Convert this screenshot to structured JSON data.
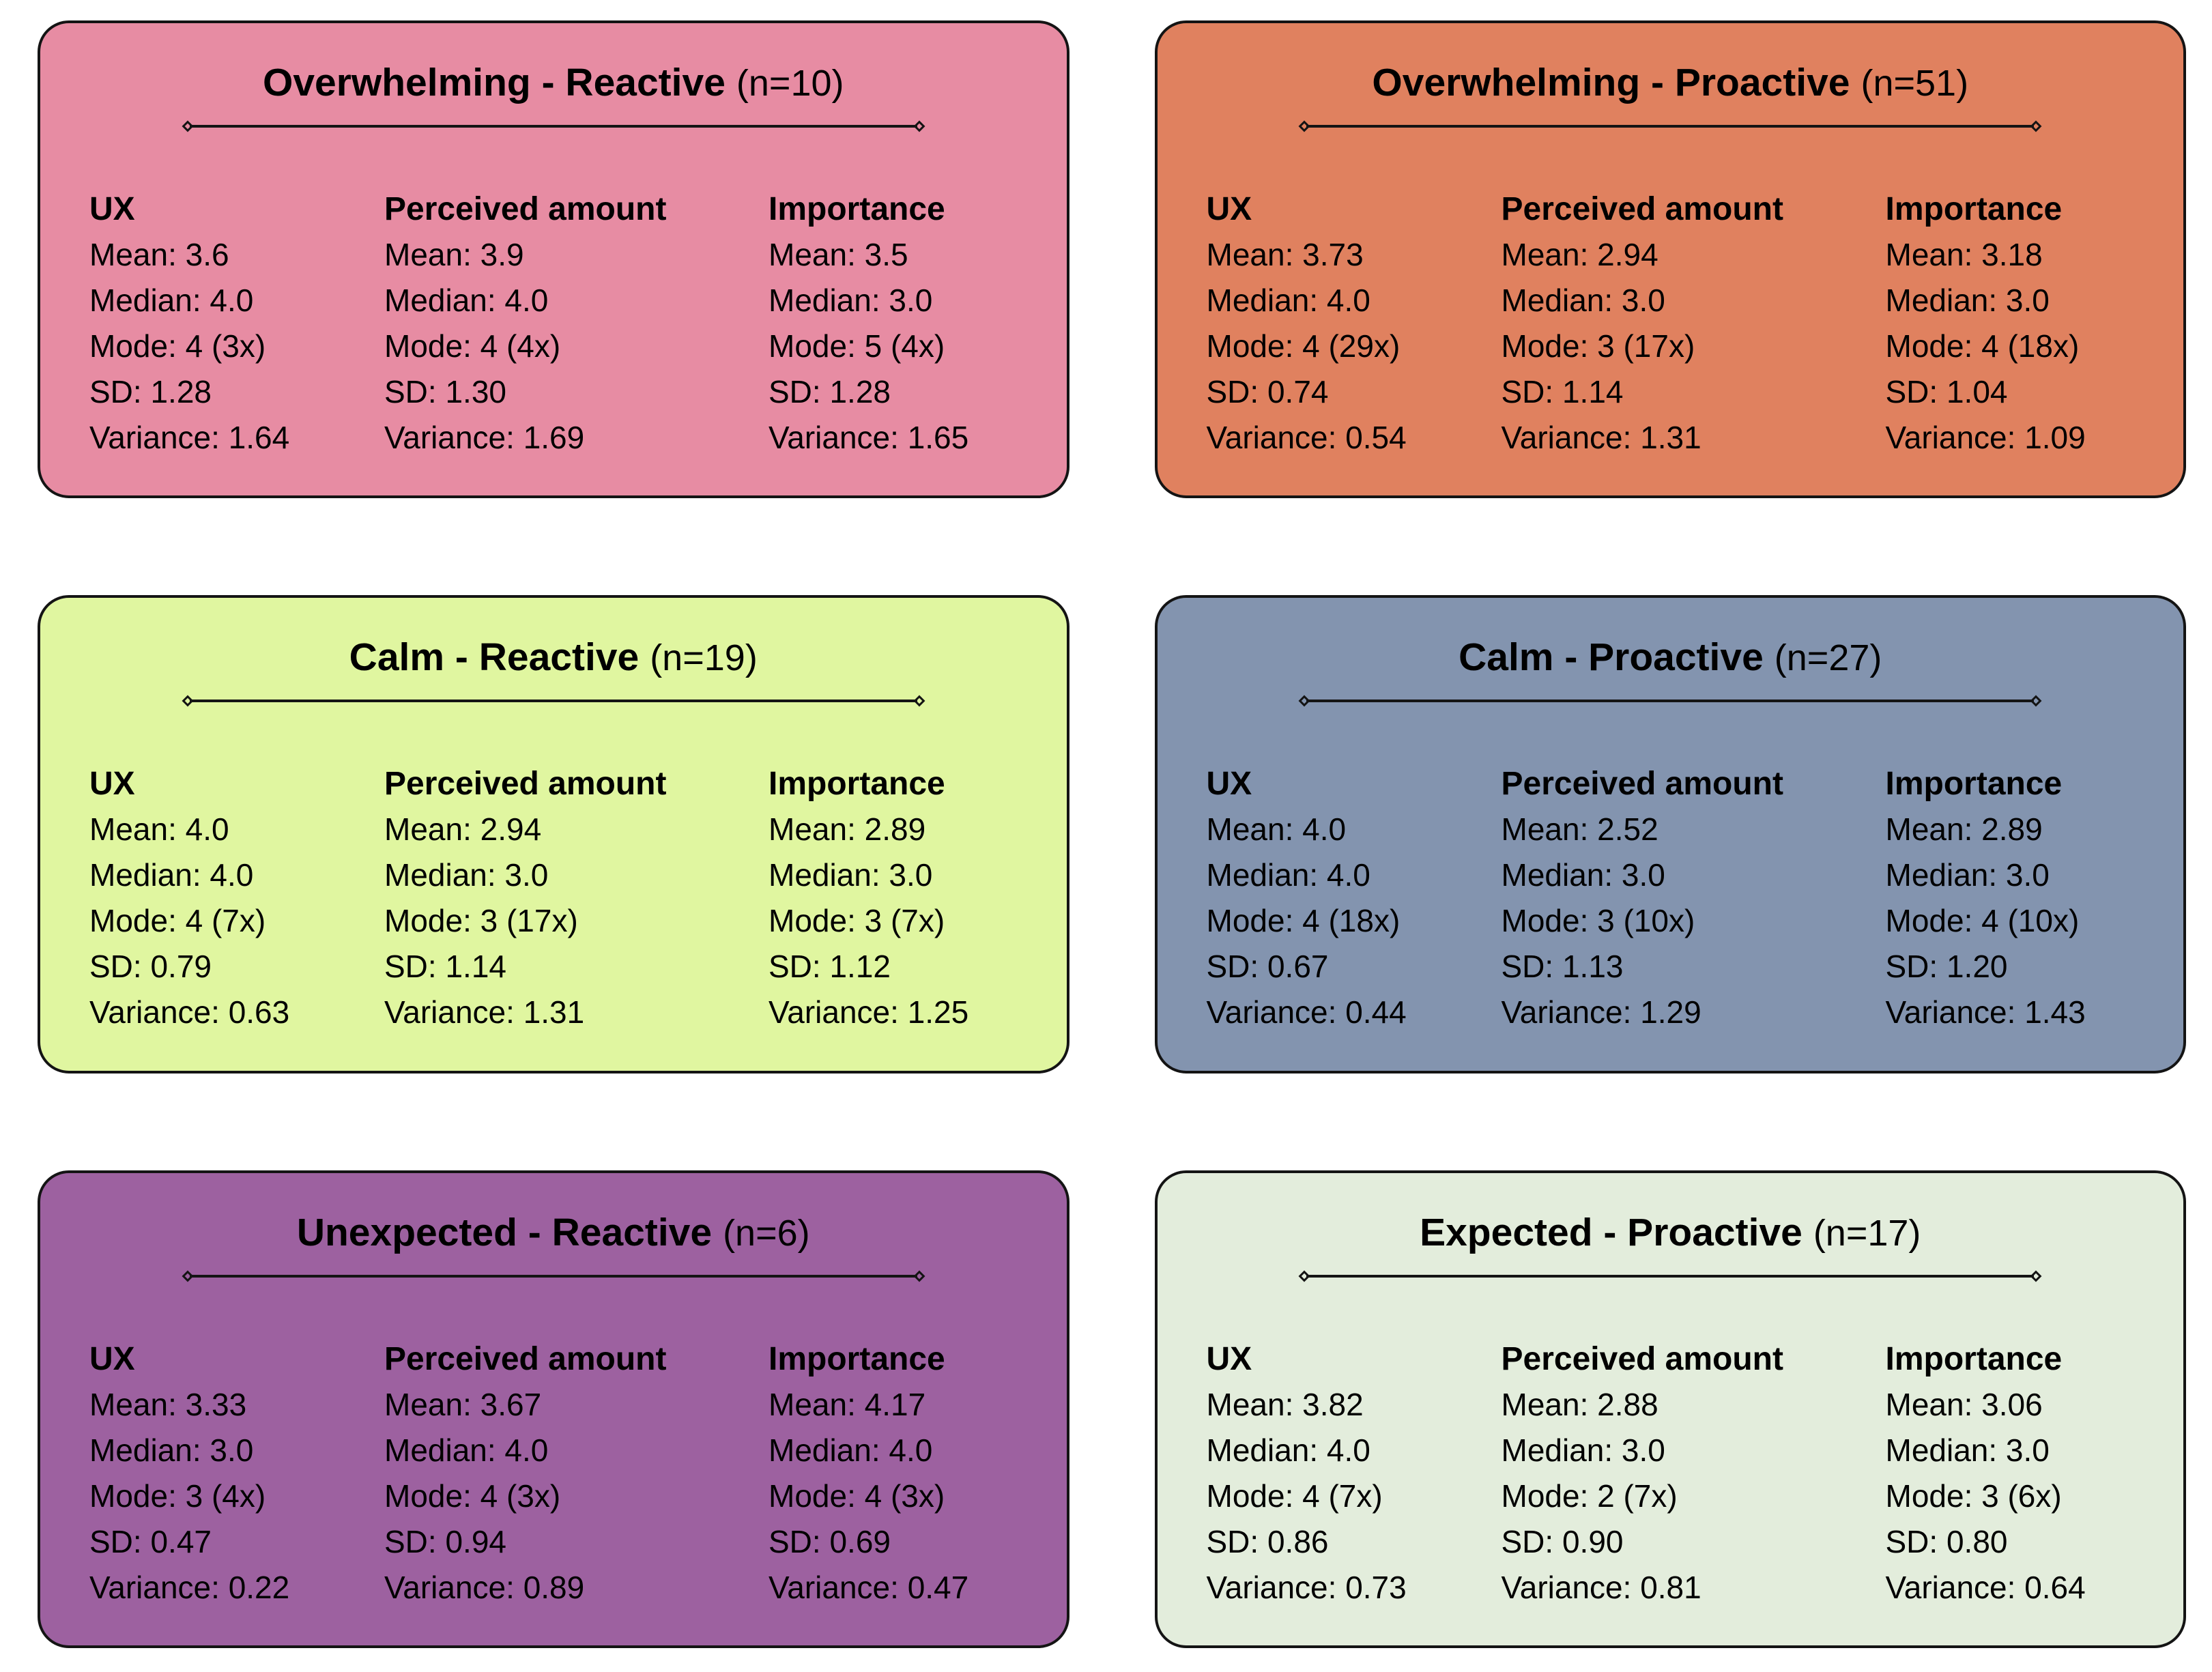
{
  "figure": {
    "background": "#ffffff",
    "border_color": "#141414",
    "text_color": "#000000"
  },
  "cards": [
    {
      "title": "Overwhelming - Reactive",
      "sample_size": "(n=10)",
      "color": "#E78CA3",
      "columns": [
        {
          "header": "UX",
          "lines": [
            "Mean: 3.6",
            "Median: 4.0",
            "Mode: 4 (3x)",
            "SD: 1.28",
            "Variance: 1.64"
          ]
        },
        {
          "header": "Perceived amount",
          "lines": [
            "Mean: 3.9",
            "Median: 4.0",
            "Mode: 4 (4x)",
            "SD: 1.30",
            "Variance: 1.69"
          ]
        },
        {
          "header": "Importance",
          "lines": [
            "Mean: 3.5",
            "Median: 3.0",
            "Mode: 5 (4x)",
            "SD: 1.28",
            "Variance: 1.65"
          ]
        }
      ]
    },
    {
      "title": "Overwhelming - Proactive",
      "sample_size": "(n=51)",
      "color": "#E0815F",
      "columns": [
        {
          "header": "UX",
          "lines": [
            "Mean: 3.73",
            "Median: 4.0",
            "Mode: 4 (29x)",
            "SD: 0.74",
            "Variance: 0.54"
          ]
        },
        {
          "header": "Perceived amount",
          "lines": [
            "Mean: 2.94",
            "Median: 3.0",
            "Mode: 3 (17x)",
            "SD: 1.14",
            "Variance: 1.31"
          ]
        },
        {
          "header": "Importance",
          "lines": [
            "Mean: 3.18",
            "Median: 3.0",
            "Mode: 4 (18x)",
            "SD: 1.04",
            "Variance: 1.09"
          ]
        }
      ]
    },
    {
      "title": "Calm - Reactive",
      "sample_size": "(n=19)",
      "color": "#E0F6A0",
      "columns": [
        {
          "header": "UX",
          "lines": [
            "Mean: 4.0",
            "Median: 4.0",
            "Mode: 4 (7x)",
            "SD: 0.79",
            "Variance: 0.63"
          ]
        },
        {
          "header": "Perceived amount",
          "lines": [
            "Mean: 2.94",
            "Median: 3.0",
            "Mode: 3 (17x)",
            "SD: 1.14",
            "Variance: 1.31"
          ]
        },
        {
          "header": "Importance",
          "lines": [
            "Mean: 2.89",
            "Median: 3.0",
            "Mode: 3 (7x)",
            "SD: 1.12",
            "Variance: 1.25"
          ]
        }
      ]
    },
    {
      "title": "Calm - Proactive",
      "sample_size": "(n=27)",
      "color": "#8394AF",
      "columns": [
        {
          "header": "UX",
          "lines": [
            "Mean: 4.0",
            "Median: 4.0",
            "Mode: 4 (18x)",
            "SD: 0.67",
            "Variance: 0.44"
          ]
        },
        {
          "header": "Perceived amount",
          "lines": [
            "Mean: 2.52",
            "Median: 3.0",
            "Mode: 3 (10x)",
            "SD: 1.13",
            "Variance: 1.29"
          ]
        },
        {
          "header": "Importance",
          "lines": [
            "Mean: 2.89",
            "Median: 3.0",
            "Mode: 4 (10x)",
            "SD: 1.20",
            "Variance: 1.43"
          ]
        }
      ]
    },
    {
      "title": "Unexpected - Reactive",
      "sample_size": "(n=6)",
      "color": "#9D61A0",
      "columns": [
        {
          "header": "UX",
          "lines": [
            "Mean: 3.33",
            "Median: 3.0",
            "Mode: 3 (4x)",
            "SD: 0.47",
            "Variance: 0.22"
          ]
        },
        {
          "header": "Perceived amount",
          "lines": [
            "Mean: 3.67",
            "Median: 4.0",
            "Mode: 4 (3x)",
            "SD: 0.94",
            "Variance: 0.89"
          ]
        },
        {
          "header": "Importance",
          "lines": [
            "Mean: 4.17",
            "Median: 4.0",
            "Mode: 4 (3x)",
            "SD: 0.69",
            "Variance: 0.47"
          ]
        }
      ]
    },
    {
      "title": "Expected - Proactive",
      "sample_size": "(n=17)",
      "color": "#E3EDDC",
      "columns": [
        {
          "header": "UX",
          "lines": [
            "Mean: 3.82",
            "Median: 4.0",
            "Mode: 4 (7x)",
            "SD: 0.86",
            "Variance: 0.73"
          ]
        },
        {
          "header": "Perceived amount",
          "lines": [
            "Mean: 2.88",
            "Median: 3.0",
            "Mode: 2 (7x)",
            "SD: 0.90",
            "Variance: 0.81"
          ]
        },
        {
          "header": "Importance",
          "lines": [
            "Mean: 3.06",
            "Median: 3.0",
            "Mode: 3 (6x)",
            "SD: 0.80",
            "Variance: 0.64"
          ]
        }
      ]
    }
  ]
}
